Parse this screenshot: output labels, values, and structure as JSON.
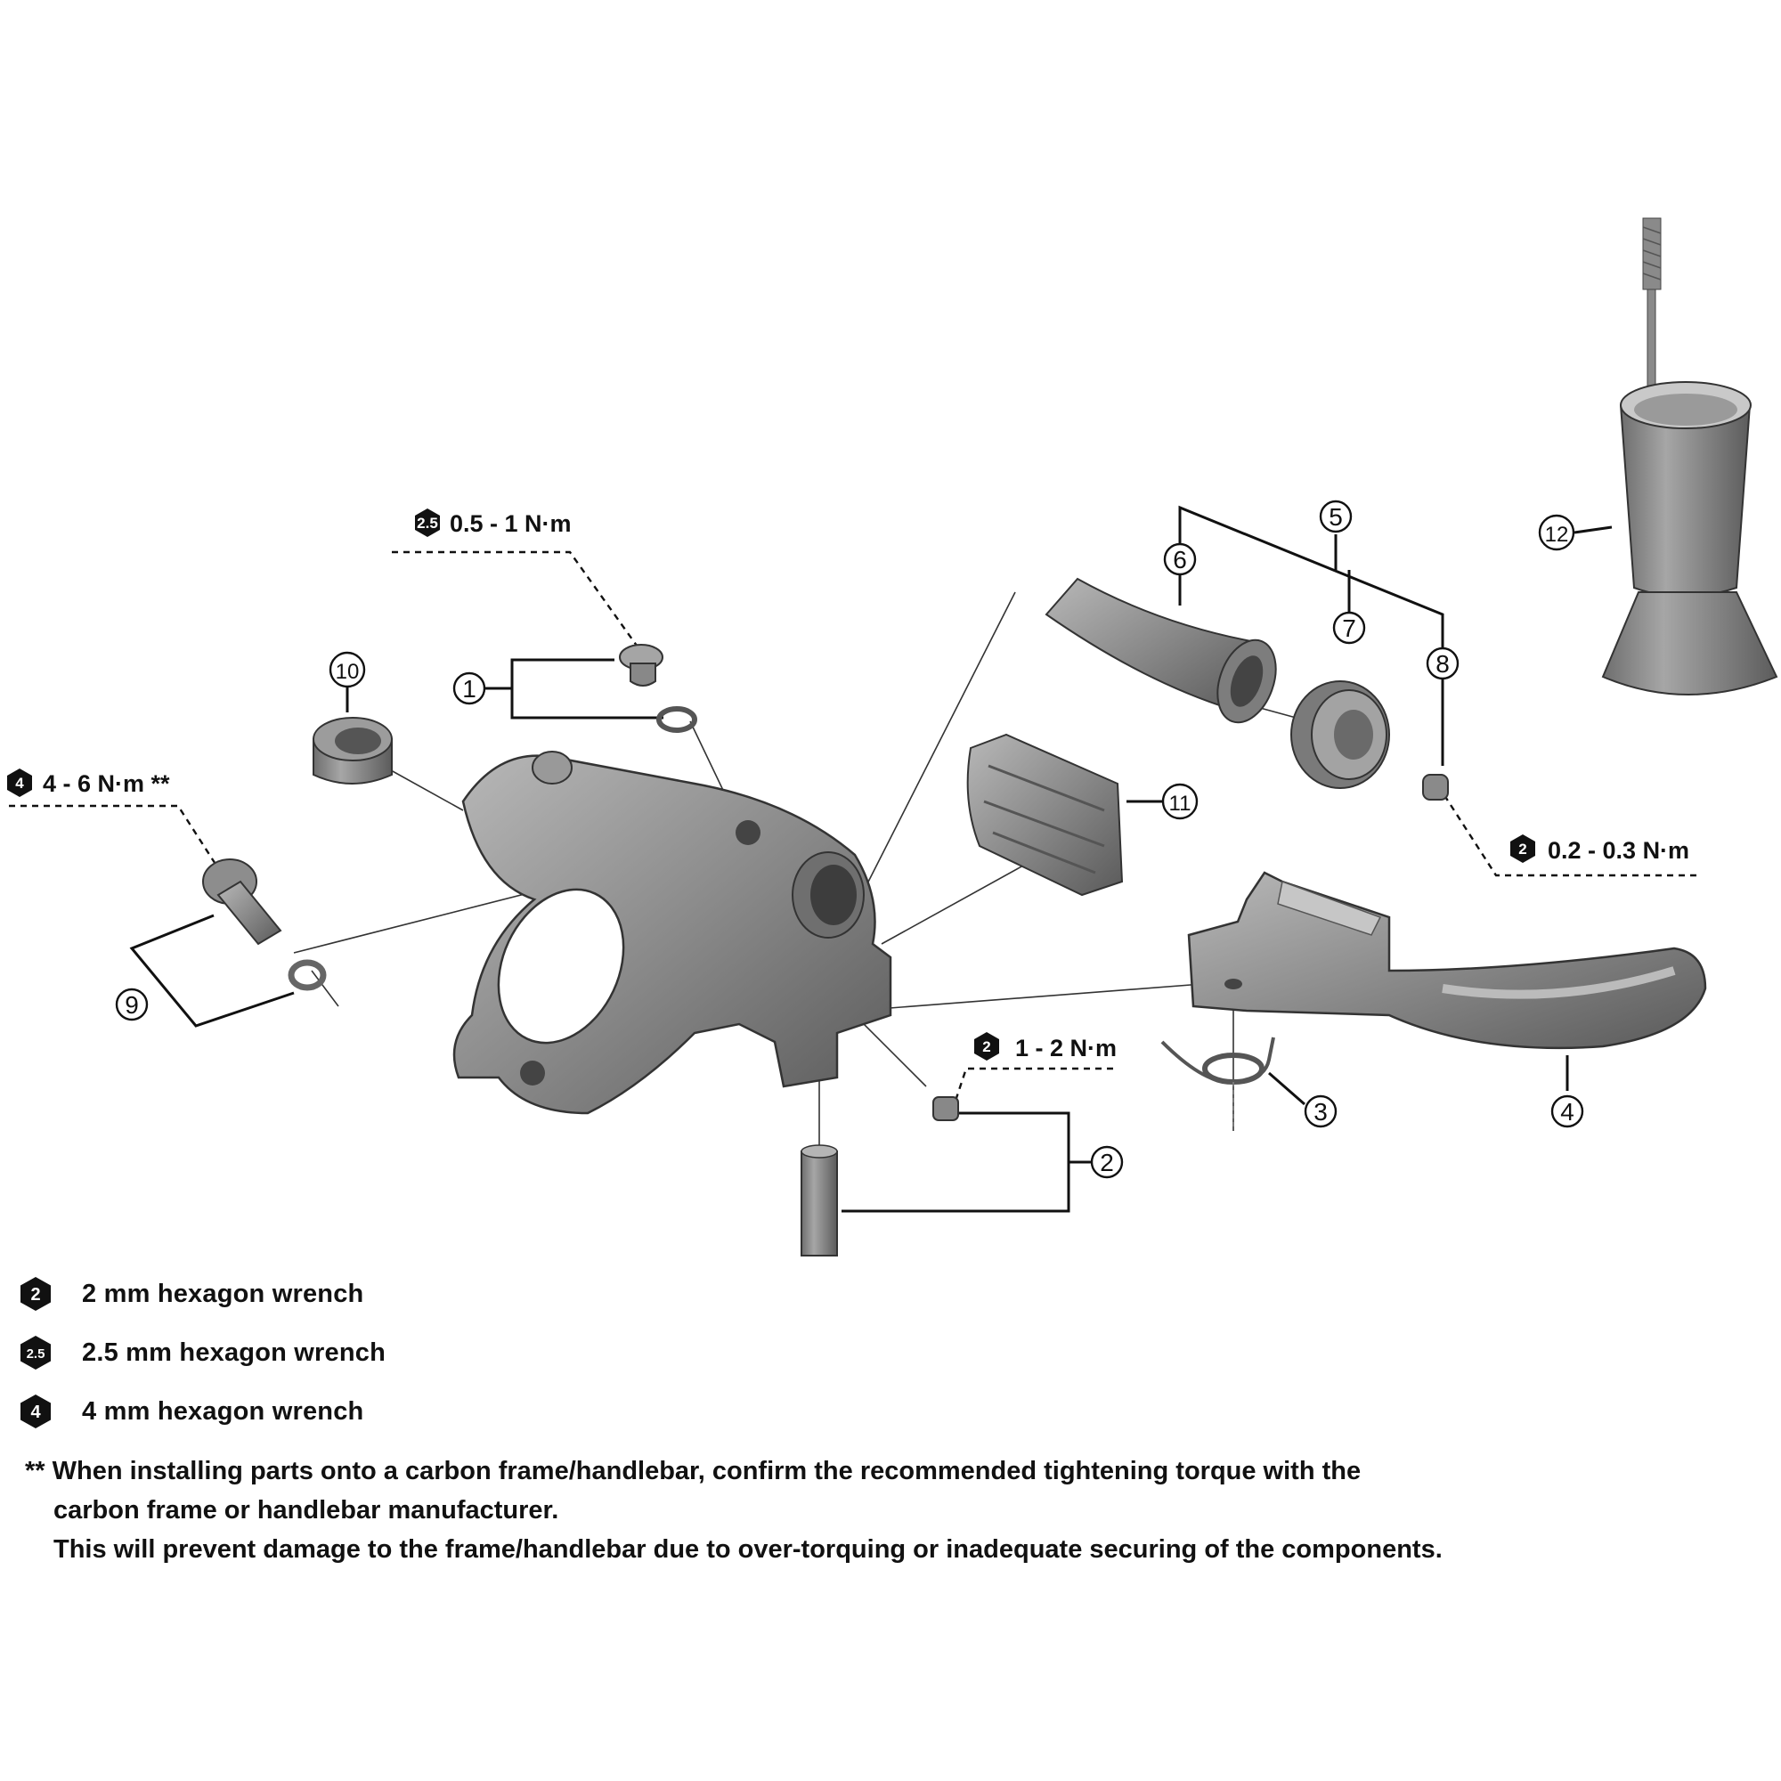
{
  "torque_specs": [
    {
      "tool": "2.5",
      "value": "0.5 - 1 N·m"
    },
    {
      "tool": "4",
      "value": "4 - 6 N·m **"
    },
    {
      "tool": "2",
      "value": "1 - 2 N·m"
    },
    {
      "tool": "2",
      "value": "0.2 - 0.3 N·m"
    }
  ],
  "callouts": [
    "1",
    "2",
    "3",
    "4",
    "5",
    "6",
    "7",
    "8",
    "9",
    "10",
    "11",
    "12"
  ],
  "legend": [
    {
      "tool": "2",
      "label": "2 mm hexagon wrench"
    },
    {
      "tool": "2.5",
      "label": "2.5 mm hexagon wrench"
    },
    {
      "tool": "4",
      "label": "4 mm hexagon wrench"
    }
  ],
  "note": {
    "line1": "** When installing parts onto a carbon frame/handlebar, confirm the recommended tightening torque with the",
    "line2": "carbon frame or handlebar manufacturer.",
    "line3": "This will prevent damage to the frame/handlebar due to over-torquing or inadequate securing of the components."
  },
  "colors": {
    "part_fill": "#8a8a8a",
    "part_dark": "#5e5e5e",
    "part_light": "#b4b4b4",
    "line": "#222222",
    "hex_badge": "#111111"
  }
}
